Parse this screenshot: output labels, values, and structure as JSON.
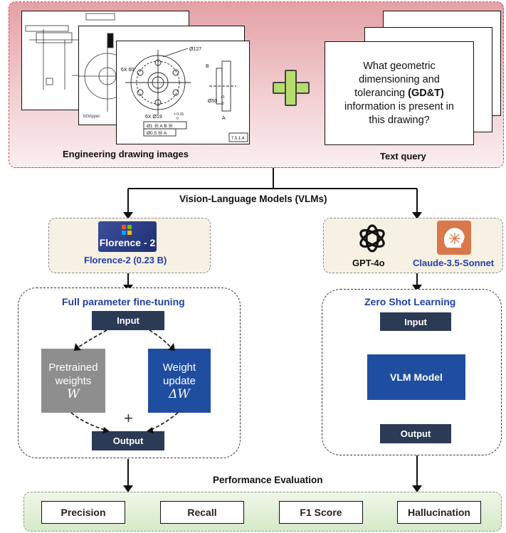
{
  "inputs": {
    "images_caption": "Engineering drawing images",
    "query_caption": "Text query",
    "query_text_lines": [
      "What geometric",
      "dimensioning and",
      "tolerancing",
      "(GD&T)",
      "information is present in",
      "this drawing?"
    ],
    "drawing_labels": {
      "dia127": "Ø127",
      "angle": "6X 60°",
      "holes": "6X Ø19",
      "tol_upper": "+ 0.15",
      "tol_lower": "0",
      "dia50": "Ø50",
      "tol50_upper": "+1",
      "tol50_lower": "0",
      "datum_b": "B",
      "datum_a": "A",
      "fcf1": "Ø1  Ⓜ A B Ⓜ",
      "fcf2": "Ø0.5 Ⓜ A",
      "sheet_no": "7.5.1.4",
      "back_label": "bGripper"
    }
  },
  "vlm_header": "Vision-Language Models (VLMs)",
  "florence": {
    "logo_text": "Florence - 2",
    "label": "Florence-2 (0.23 B)"
  },
  "commercial": {
    "gpt_label": "GPT-4o",
    "claude_label": "Claude-3.5-Sonnet"
  },
  "finetune": {
    "title": "Full parameter fine-tuning",
    "input": "Input",
    "pretrained_lines": [
      "Pretrained",
      "weights"
    ],
    "pretrained_symbol": "W",
    "update_lines": [
      "Weight",
      "update"
    ],
    "update_symbol": "ΔW",
    "plus": "+",
    "output": "Output"
  },
  "zeroshot": {
    "title": "Zero Shot Learning",
    "input": "Input",
    "model": "VLM Model",
    "output": "Output"
  },
  "evaluation": {
    "title": "Performance Evaluation",
    "metrics": [
      "Precision",
      "Recall",
      "F1 Score",
      "Hallucination"
    ]
  },
  "colors": {
    "title_blue": "#1f3fa8",
    "navy": "#2b3a55",
    "model_blue": "#1f4ea0",
    "plus_green": "#b6dc6c"
  }
}
